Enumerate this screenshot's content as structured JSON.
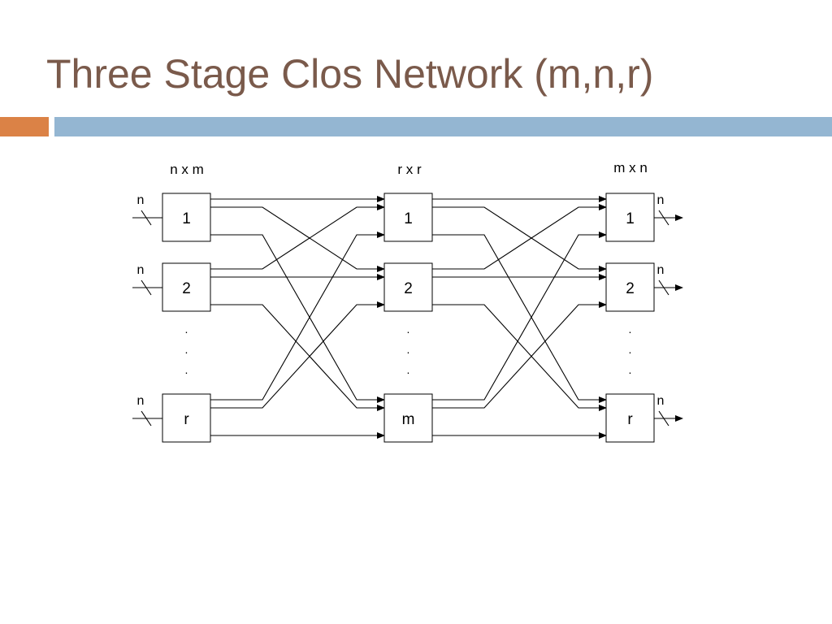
{
  "title": "Three Stage Clos Network (m,n,r)",
  "colors": {
    "title": "#7a5a4b",
    "accent_left": "#db8246",
    "accent_right": "#94b6d2",
    "lines": "#000000"
  },
  "diagram": {
    "stage_labels": [
      "n x m",
      "r x r",
      "m x n"
    ],
    "port_label": "n",
    "ellipsis_dot": ".",
    "stages": [
      {
        "boxes": [
          "1",
          "2",
          "r"
        ]
      },
      {
        "boxes": [
          "1",
          "2",
          "m"
        ]
      },
      {
        "boxes": [
          "1",
          "2",
          "r"
        ]
      }
    ]
  }
}
